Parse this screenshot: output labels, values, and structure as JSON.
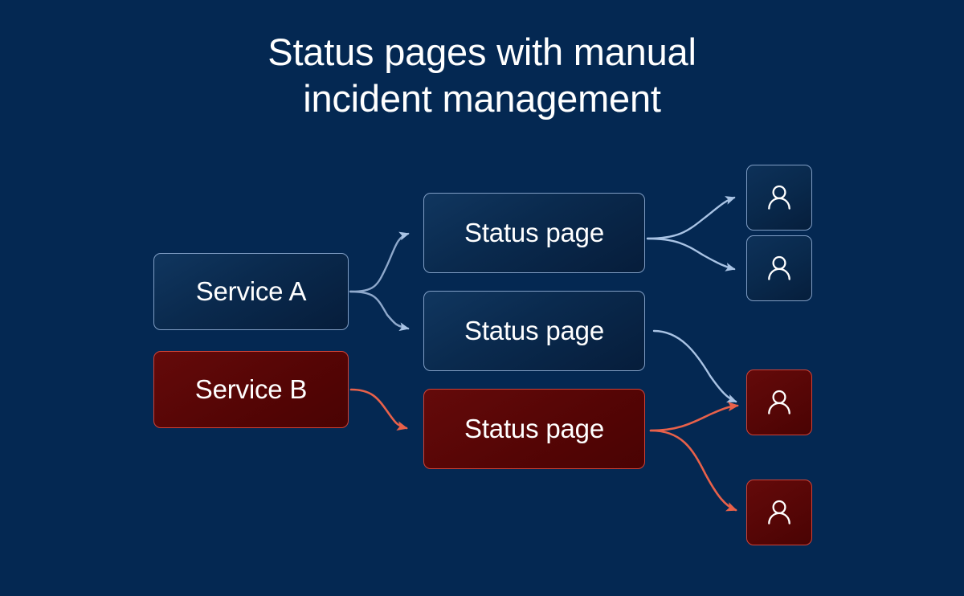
{
  "page": {
    "title": "Status pages with manual\nincident management",
    "background_color": "#042852"
  },
  "colors": {
    "background": "#042852",
    "ok_border": "#7f9dc4",
    "ok_fill": "#0a2a4e",
    "alert_border": "#cf4236",
    "alert_fill": "#550505",
    "arrow_ok": "#a9c3e4",
    "arrow_alert": "#e8614a",
    "text": "#ffffff"
  },
  "diagram": {
    "services": [
      {
        "id": "service-a",
        "label": "Service A",
        "state": "ok"
      },
      {
        "id": "service-b",
        "label": "Service B",
        "state": "alert"
      }
    ],
    "status_pages": [
      {
        "id": "status-page-1",
        "label": "Status page",
        "state": "ok"
      },
      {
        "id": "status-page-2",
        "label": "Status page",
        "state": "ok"
      },
      {
        "id": "status-page-3",
        "label": "Status page",
        "state": "alert"
      }
    ],
    "users": [
      {
        "id": "user-1",
        "icon": "person-icon",
        "state": "ok"
      },
      {
        "id": "user-2",
        "icon": "person-icon",
        "state": "ok"
      },
      {
        "id": "user-3",
        "icon": "person-icon",
        "state": "alert"
      },
      {
        "id": "user-4",
        "icon": "person-icon",
        "state": "alert"
      }
    ],
    "connections": [
      {
        "from": "service-a",
        "to": "status-page-1",
        "state": "ok"
      },
      {
        "from": "service-a",
        "to": "status-page-2",
        "state": "ok"
      },
      {
        "from": "service-b",
        "to": "status-page-3",
        "state": "alert"
      },
      {
        "from": "status-page-1",
        "to": "user-1",
        "state": "ok"
      },
      {
        "from": "status-page-1",
        "to": "user-2",
        "state": "ok"
      },
      {
        "from": "status-page-2",
        "to": "user-3",
        "state": "ok"
      },
      {
        "from": "status-page-3",
        "to": "user-3",
        "state": "alert"
      },
      {
        "from": "status-page-3",
        "to": "user-4",
        "state": "alert"
      }
    ]
  }
}
